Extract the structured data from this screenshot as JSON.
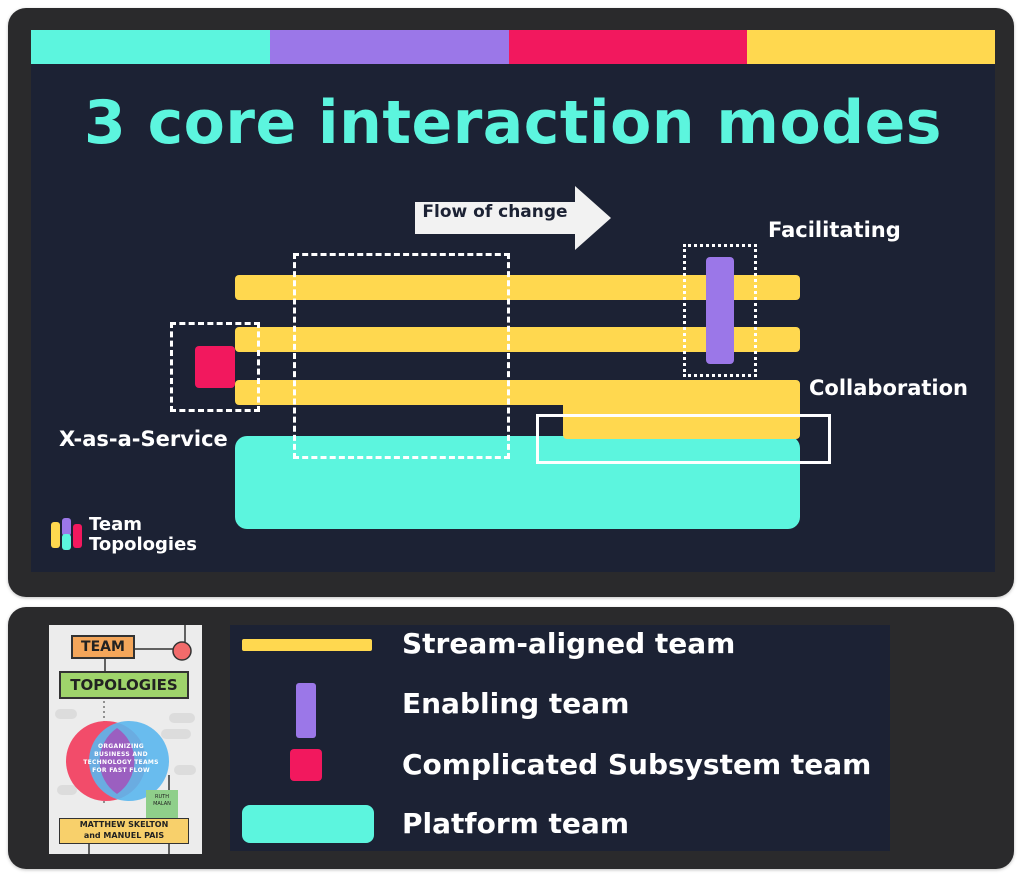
{
  "colors": {
    "stream": "#ffd84f",
    "enabling": "#9b77e8",
    "complicated": "#f2185e",
    "platform": "#5cf5de",
    "slide_bg": "#1c2234",
    "title": "#5cf5de",
    "arrow": "#f2f2f2"
  },
  "slide": {
    "title": "3 core interaction modes",
    "arrow_label": "Flow of change",
    "labels": {
      "facilitating": "Facilitating",
      "collaboration": "Collaboration",
      "xaas": "X-as-a-Service"
    },
    "logo": {
      "line1": "Team",
      "line2": "Topologies"
    }
  },
  "book": {
    "team": "TEAM",
    "topologies": "TOPOLOGIES",
    "subtitle": "ORGANIZING BUSINESS AND TECHNOLOGY TEAMS FOR FAST FLOW",
    "foreword": "RUTH MALAN",
    "author1": "MATTHEW SKELTON",
    "author2": "and MANUEL PAIS"
  },
  "legend": [
    {
      "icon": "stream-aligned-swatch",
      "label": "Stream-aligned team"
    },
    {
      "icon": "enabling-swatch",
      "label": "Enabling team"
    },
    {
      "icon": "complicated-subsystem-swatch",
      "label": "Complicated Subsystem team"
    },
    {
      "icon": "platform-swatch",
      "label": "Platform team"
    }
  ]
}
